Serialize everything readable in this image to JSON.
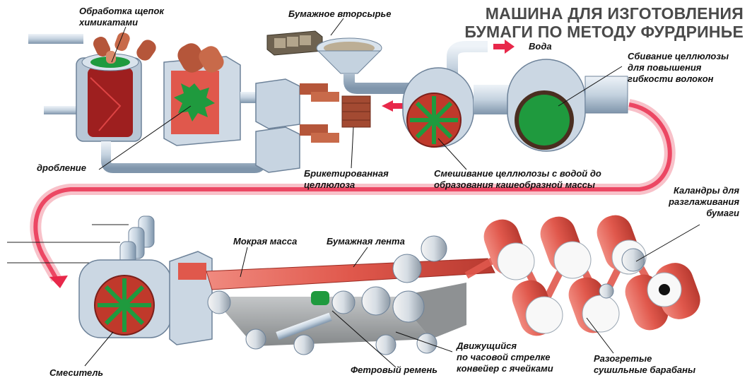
{
  "title": {
    "line1": "МАШИНА ДЛЯ ИЗГОТОВЛЕНИЯ",
    "line2": "БУМАГИ ПО МЕТОДУ ФУРДРИНЬЕ"
  },
  "labels": {
    "chem": [
      "Обработка щепок",
      "химикатами"
    ],
    "crush": "дробление",
    "recycled": "Бумажное вторсырье",
    "water": "Вода",
    "beating": [
      "Сбивание целлюлозы",
      "для повышения",
      "гибкости волокон"
    ],
    "briquetted": [
      "Брикетированная",
      "целлюлоза"
    ],
    "mixing": [
      "Смешивание целлюлозы с водой до",
      "образования кашеобразной массы"
    ],
    "calenders": [
      "Каландры для",
      "разглаживания",
      "бумаги"
    ],
    "wet_mass": "Мокрая масса",
    "paper_tape": "Бумажная лента",
    "mixer": "Смеситель",
    "felt_belt": "Фетровый ремень",
    "conveyor": [
      "Движущийся",
      "по часовой стрелке",
      "конвейер с ячейками"
    ],
    "dryers": [
      "Разогретые",
      "сушильные барабаны"
    ]
  },
  "colors": {
    "pipe": "#c9d6e3",
    "pipe_dark": "#8aa0b6",
    "pulp": "#c0392b",
    "green": "#1f9a3e",
    "paper_red": "#e0584c",
    "arrow": "#e8284a",
    "wood": "#b5563a",
    "belt": "#8c8f91"
  }
}
